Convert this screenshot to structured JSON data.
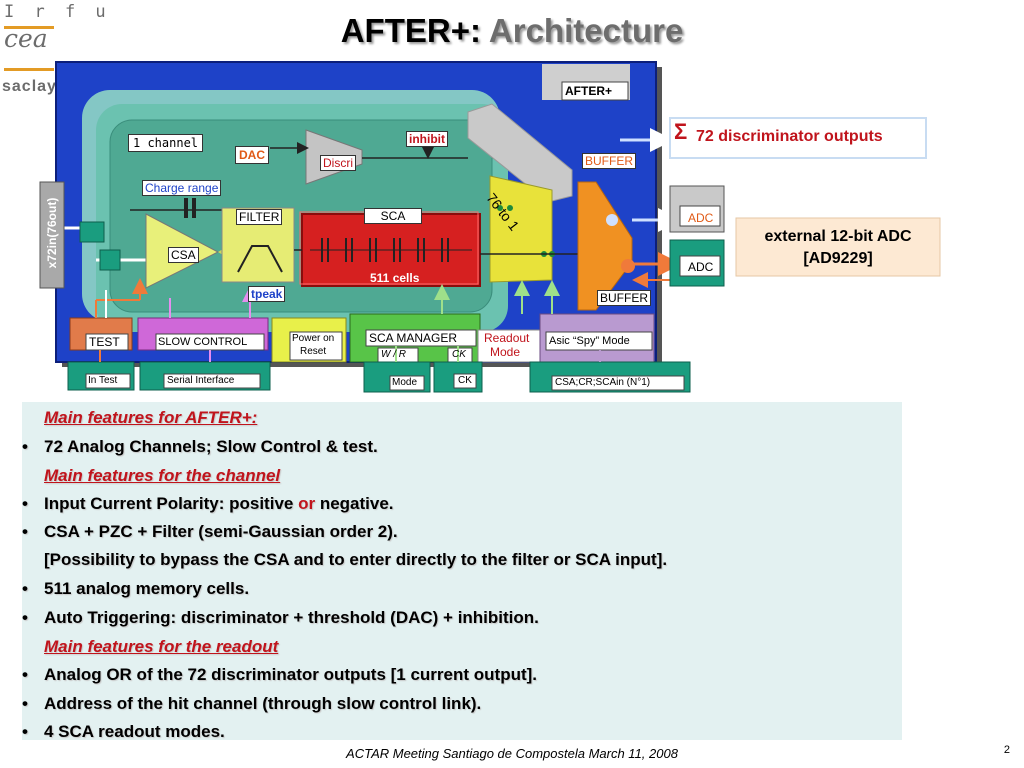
{
  "logo": {
    "line1": "I r f u",
    "line2": "cea",
    "line3": "saclay"
  },
  "title": {
    "part1": "AFTER+:",
    "part2": "Architecture"
  },
  "diagram": {
    "chip_label": "AFTER+",
    "inputs_label": "x72in(76out)",
    "one_channel": "1 channel",
    "dac": "DAC",
    "inhibit": "inhibit",
    "discri": "Discri",
    "charge_range": "Charge range",
    "filter": "FILTER",
    "sca": "SCA",
    "csa": "CSA",
    "cells": "511 cells",
    "tpeak": "tpeak",
    "mux": "76 to 1",
    "buffer_top": "BUFFER",
    "buffer_bottom": "BUFFER",
    "adc1": "ADC",
    "adc2": "ADC",
    "test": "TEST",
    "slow_control": "SLOW CONTROL",
    "power_on_reset_1": "Power on",
    "power_on_reset_2": "Reset",
    "sca_manager": "SCA MANAGER",
    "wr": "W / R",
    "ck_inner": "CK",
    "readout_mode_1": "Readout",
    "readout_mode_2": "Mode",
    "asic_spy": "Asic “Spy” Mode",
    "in_test": "In Test",
    "serial_interface": "Serial Interface",
    "mode": "Mode",
    "ck": "CK",
    "csa_cr": "CSA;CR;SCAin (N°1)",
    "sigma": "Σ",
    "disc_outputs": "72 discriminator outputs",
    "ext_adc_1": "external 12-bit ADC",
    "ext_adc_2": "[AD9229]"
  },
  "features": {
    "h1": "Main features for AFTER+:",
    "b1": "72 Analog Channels; Slow Control & test.",
    "h2": "Main features for the channel",
    "b2_pre": "Input Current Polarity: positive ",
    "b2_or": "or",
    "b2_post": " negative.",
    "b3": "CSA + PZC + Filter (semi-Gaussian order 2).",
    "b3_cont": "[Possibility to bypass the CSA and to enter directly to the filter or SCA input].",
    "b4": "511 analog memory cells.",
    "b5": "Auto Triggering: discriminator + threshold (DAC) + inhibition.",
    "h3": "Main features for the readout",
    "b6": "Analog OR of the 72 discriminator outputs [1 current output].",
    "b7": "Address of the hit channel (through slow control link).",
    "b8": "4 SCA readout modes."
  },
  "footer": "ACTAR Meeting Santiago de Compostela March 11, 2008",
  "page_number": "2"
}
